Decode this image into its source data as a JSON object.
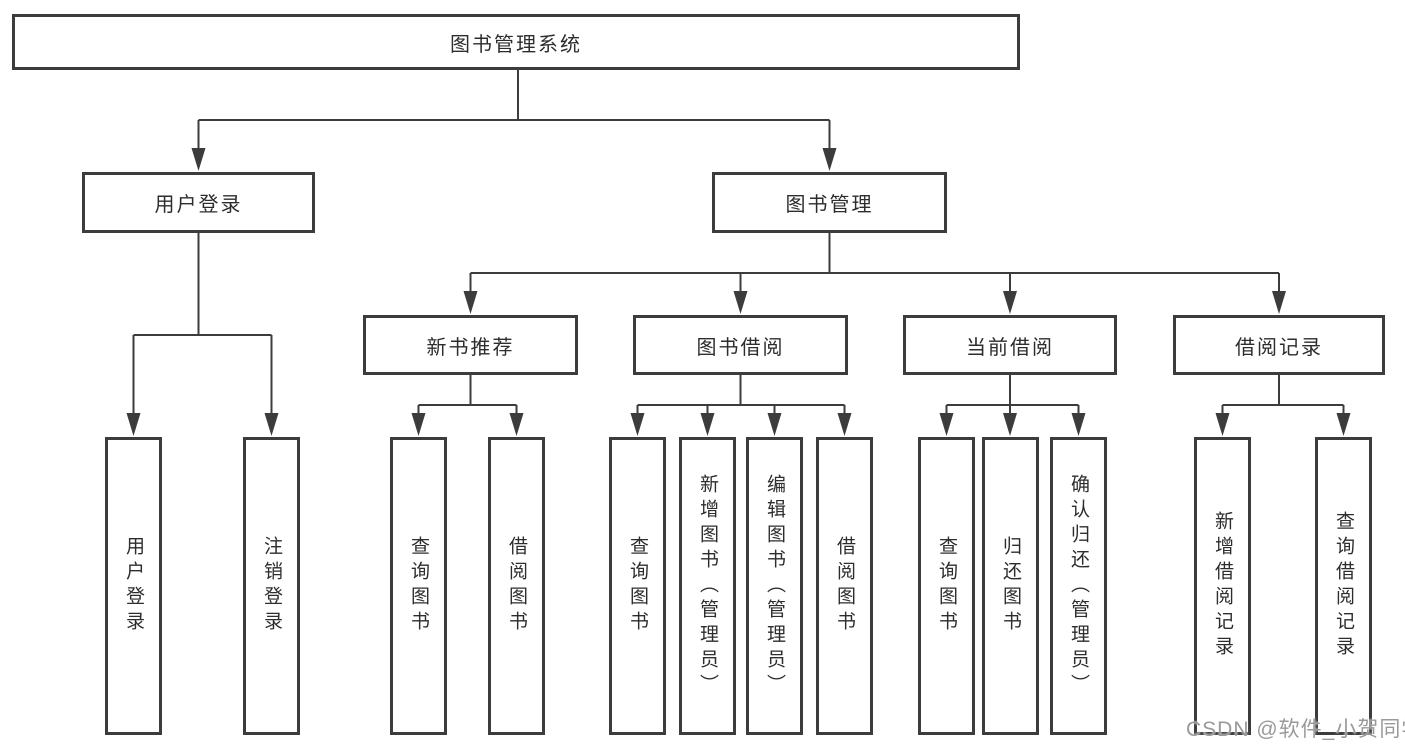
{
  "diagram": {
    "root": {
      "label": "图书管理系统",
      "children": [
        {
          "label": "用户登录",
          "children": [
            {
              "label": "用户登录"
            },
            {
              "label": "注销登录"
            }
          ]
        },
        {
          "label": "图书管理",
          "children": [
            {
              "label": "新书推荐",
              "children": [
                {
                  "label": "查询图书"
                },
                {
                  "label": "借阅图书"
                }
              ]
            },
            {
              "label": "图书借阅",
              "children": [
                {
                  "label": "查询图书"
                },
                {
                  "label": "新增图书（管理员）"
                },
                {
                  "label": "编辑图书（管理员）"
                },
                {
                  "label": "借阅图书"
                }
              ]
            },
            {
              "label": "当前借阅",
              "children": [
                {
                  "label": "查询图书"
                },
                {
                  "label": "归还图书"
                },
                {
                  "label": "确认归还（管理员）"
                }
              ]
            },
            {
              "label": "借阅记录",
              "children": [
                {
                  "label": "新增借阅记录"
                },
                {
                  "label": "查询借阅记录"
                }
              ]
            }
          ]
        }
      ]
    }
  },
  "watermark": {
    "text": "CSDN @软件_小贺同学"
  },
  "colors": {
    "line": "#3c3c3c",
    "box_border": "#3c3c3c",
    "text": "#2d2d2d",
    "watermark": "#9a9a9a",
    "background": "#ffffff"
  }
}
